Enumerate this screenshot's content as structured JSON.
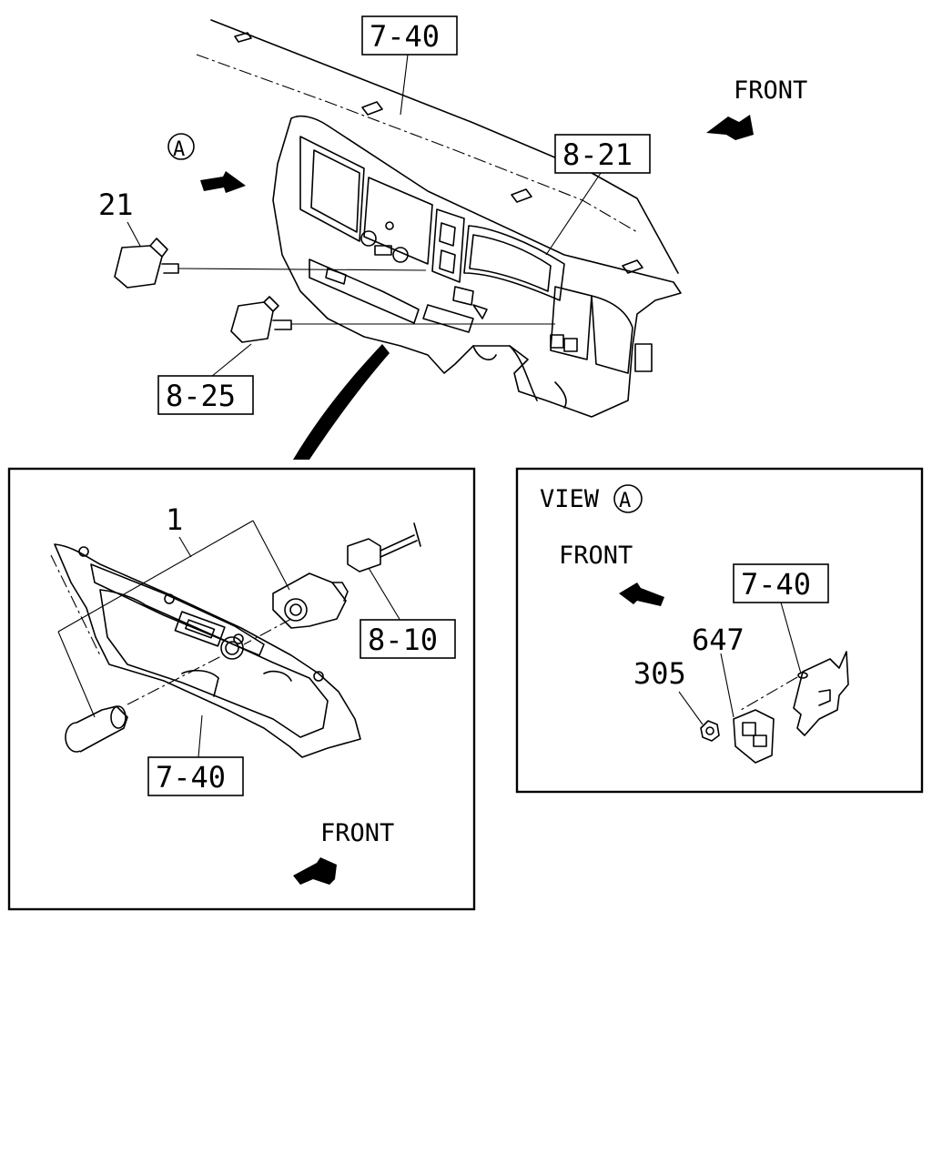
{
  "labels": {
    "ref_7_40_top": "7-40",
    "ref_8_21": "8-21",
    "ref_21": "21",
    "ref_8_25": "8-25",
    "front_top": "FRONT",
    "view_marker_a": "A",
    "ref_1": "1",
    "ref_8_10": "8-10",
    "ref_7_40_detail": "7-40",
    "front_detail_left": "FRONT",
    "view_a_title": "VIEW",
    "view_a_circle": "A",
    "front_detail_right": "FRONT",
    "ref_7_40_view": "7-40",
    "ref_647": "647",
    "ref_305": "305"
  }
}
